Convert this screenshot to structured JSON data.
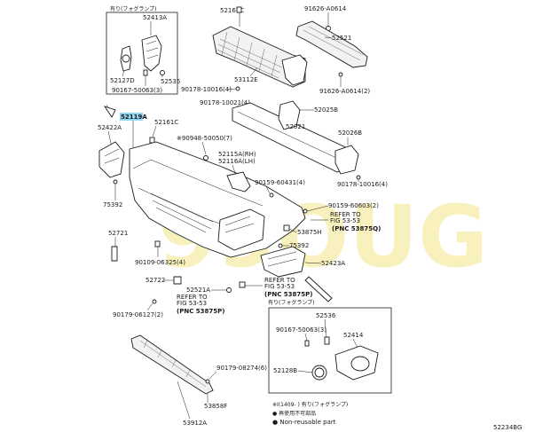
{
  "diagram": {
    "sheet_id": "52234BG",
    "watermark": "99OUG",
    "boxes": {
      "top_left": {
        "title": "有り(フォグランプ)"
      },
      "bottom_right": {
        "title": "有り(フォグランプ)"
      }
    },
    "labels": {
      "p52413A": "52413A",
      "p52127D": "52127D",
      "p52535": "52535",
      "p90167_50063_3_top": "90167-50063(3)",
      "p52161C_top": "52161C",
      "p91626_A0614": "91626-A0614",
      "p52521": "52521",
      "p53112E": "53112E",
      "p90178_10016_4_a": "90178-10016(4)",
      "p91626_A0614_2": "91626-A0614(2)",
      "p90178_10021_4": "90178-10021(4)",
      "p52025B": "52025B",
      "p52119A": "52119A",
      "p52161C": "52161C",
      "p52422A": "52422A",
      "p90948_50050_7": "※90948-50050(7)",
      "p52021": "52021",
      "p52026B": "52026B",
      "p52115A": "52115A(RH)",
      "p52116A": "52116A(LH)",
      "p90178_10016_4_b": "90178-10016(4)",
      "p90159_60431_4": "90159-60431(4)",
      "p75392_left": "75392",
      "p90159_60603_2": "90159-60603(2)",
      "refer_pnc_53875q_1": "REFER TO",
      "refer_pnc_53875q_2": "FIG 53-53",
      "refer_pnc_53875q_3": "(PNC 53875Q)",
      "p53875H": "53875H",
      "p52721": "52721",
      "p75392_mid": "75392",
      "p90109_06325_4": "90109-06325(4)",
      "p52423A": "52423A",
      "p52722": "52722",
      "refer_pnc_53875p_r1": "REFER TO",
      "refer_pnc_53875p_r2": "FIG 53-53",
      "refer_pnc_53875p_r3": "(PNC 53875P)",
      "p52521A": "52521A",
      "refer_pnc_53875p_l1": "REFER TO",
      "refer_pnc_53875p_l2": "FIG 53-53",
      "refer_pnc_53875p_l3": "(PNC 53875P)",
      "p90179_06127_2": "90179-06127(2)",
      "p52536": "52536",
      "p90167_50063_3_bot": "90167-50063(3)",
      "p52414": "52414",
      "p52128B": "52128B",
      "p53912A": "53912A",
      "p90179_08274_6": "90179-08274(6)",
      "p53858F": "53858F"
    },
    "notes": {
      "note1": "※Ⅰ(1409-     ) 有り(フォグランプ)",
      "note2": "● 再使用不可部品",
      "note3": "● Non-reusable part"
    }
  }
}
